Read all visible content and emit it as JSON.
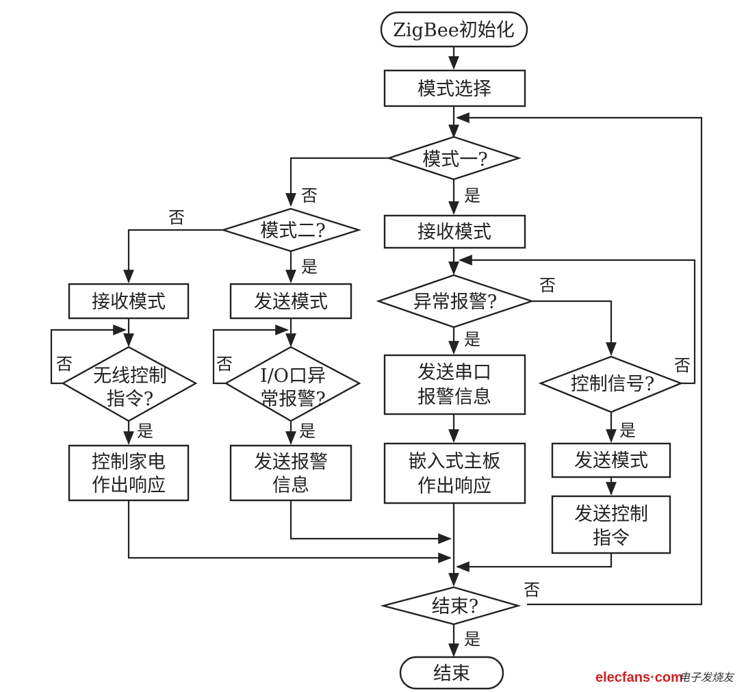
{
  "nodes": {
    "start": "ZigBee初始化",
    "mode_select": "模式选择",
    "mode1": "模式一?",
    "mode2": "模式二?",
    "recv_mode_left": "接收模式",
    "send_mode_mid": "发送模式",
    "wireless_cmd": [
      "无线控制",
      "指令?"
    ],
    "io_alarm": [
      "I/O口异",
      "常报警?"
    ],
    "control_appliance": [
      "控制家电",
      "作出响应"
    ],
    "send_alarm_info": [
      "发送报警",
      "信息"
    ],
    "recv_mode_main": "接收模式",
    "abnormal_alarm": "异常报警?",
    "send_serial": [
      "发送串口",
      "报警信息"
    ],
    "embedded_board": [
      "嵌入式主板",
      "作出响应"
    ],
    "control_signal": "控制信号?",
    "send_mode_right": "发送模式",
    "send_control_cmd": [
      "发送控制",
      "指令"
    ],
    "end_check": "结束?",
    "end": "结束"
  },
  "labels": {
    "yes": "是",
    "no": "否"
  },
  "watermark": {
    "site": "elecfans·com",
    "name": "电子发烧友"
  }
}
